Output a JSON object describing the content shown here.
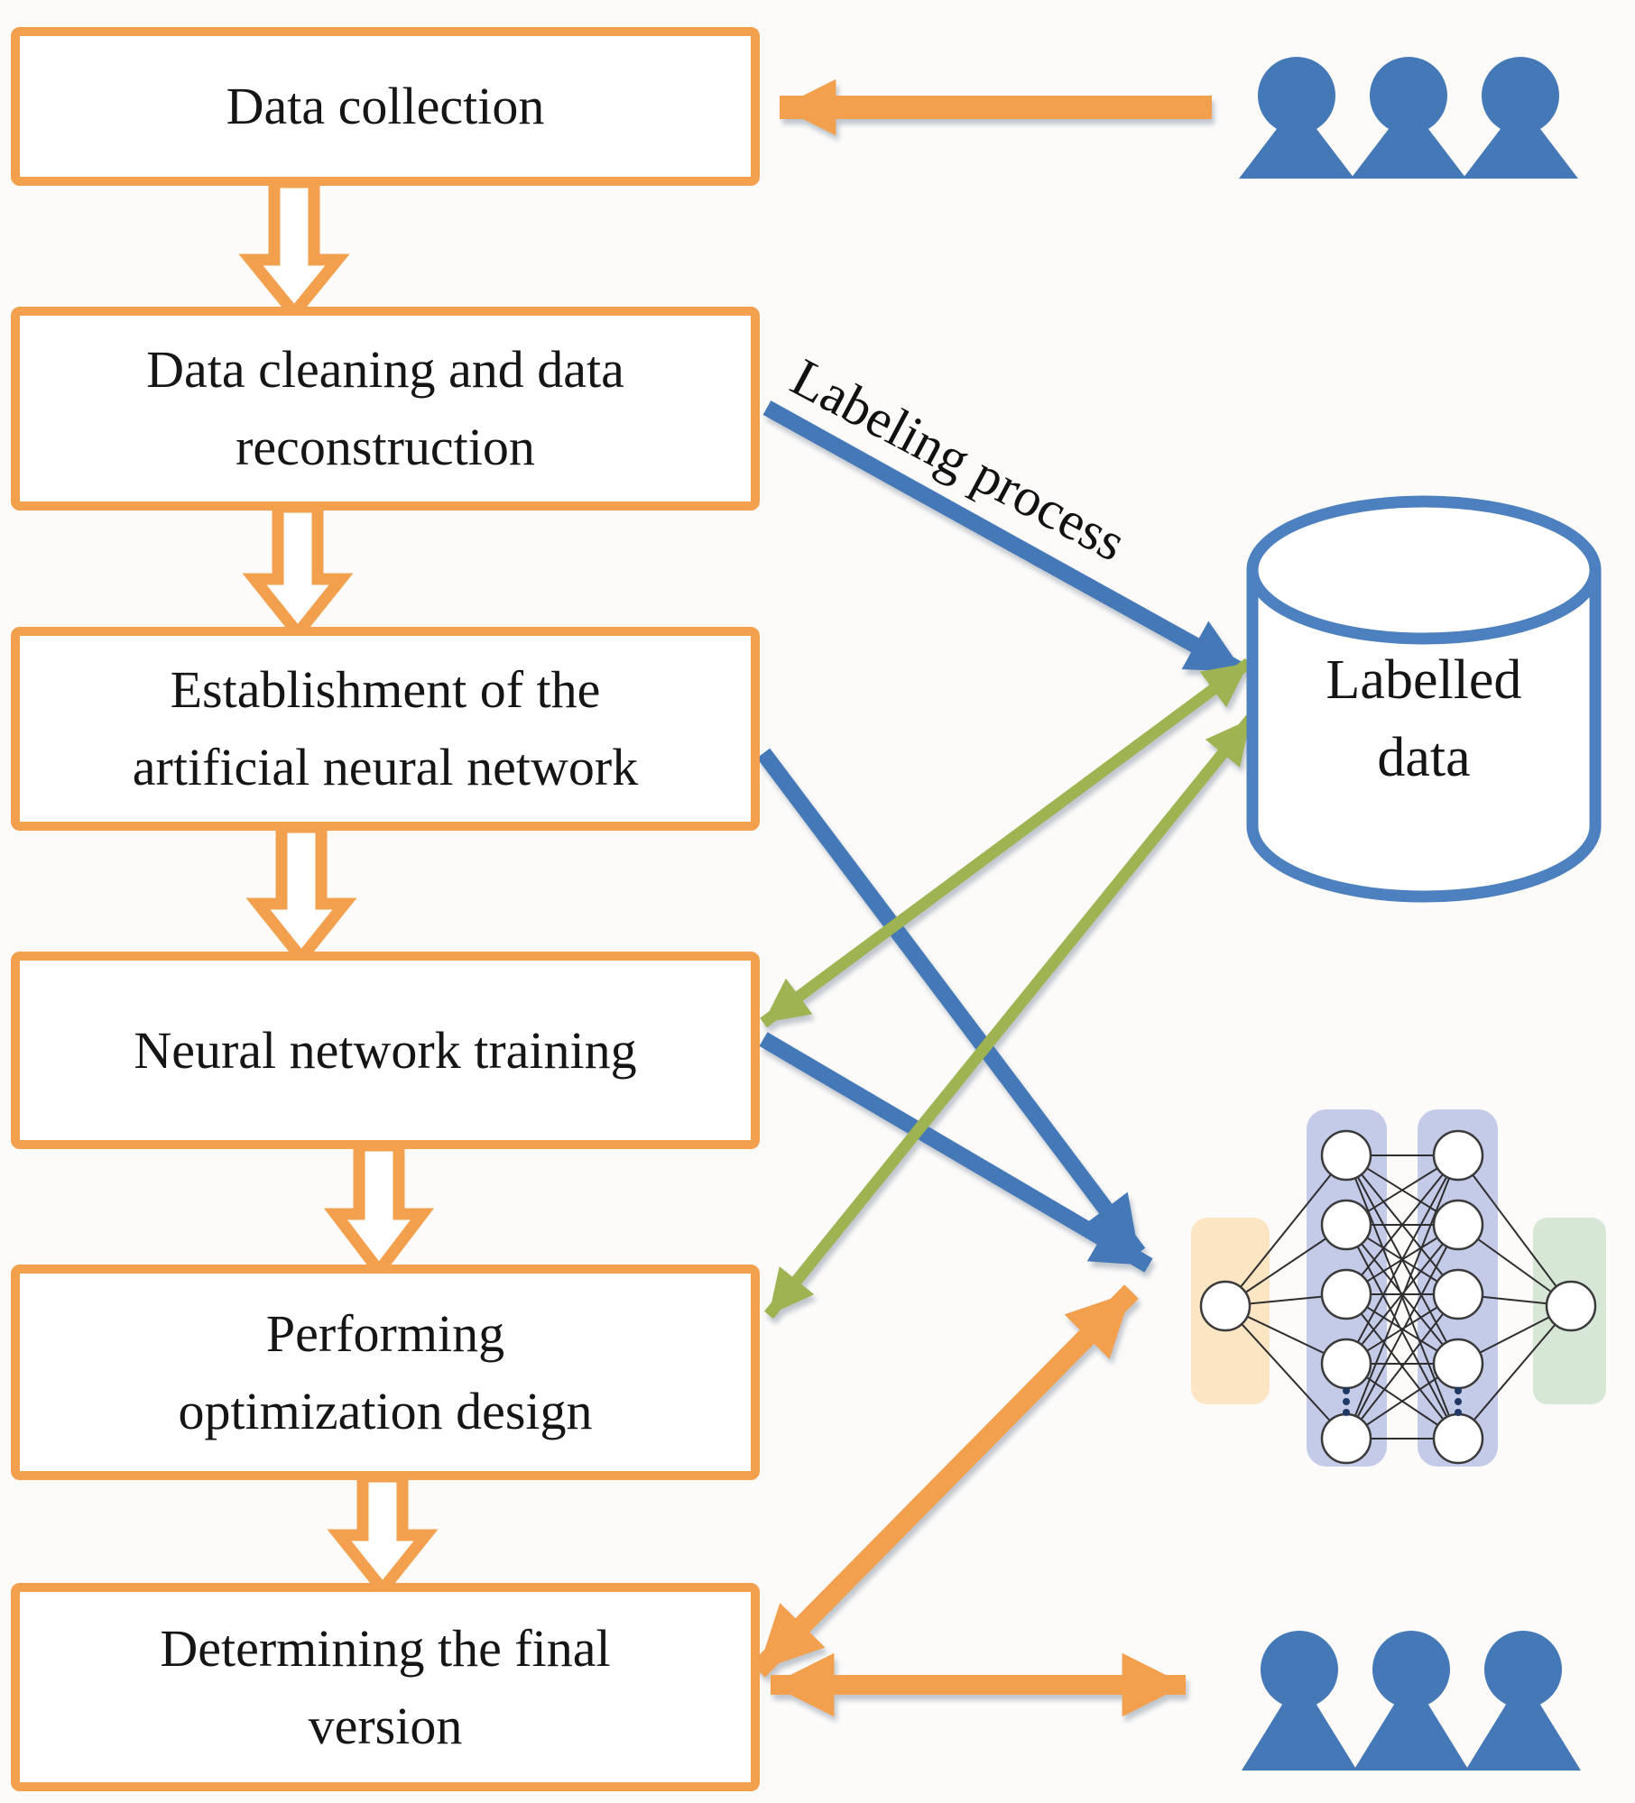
{
  "diagram_title": "",
  "boxes": [
    {
      "label": "Data collection"
    },
    {
      "label": "Data cleaning and data\nreconstruction"
    },
    {
      "label": "Establishment of the\nartificial neural network"
    },
    {
      "label": "Neural network training"
    },
    {
      "label": "Performing\noptimization design"
    },
    {
      "label": "Determining the final\nversion"
    }
  ],
  "annotations": {
    "labeling_process": "Labeling process",
    "labelled_data": "Labelled\ndata"
  },
  "icons": {
    "top_right": "people-group-icon",
    "middle_right": "database-cylinder-icon",
    "lower_right": "neural-network-icon",
    "bottom_right": "people-group-icon"
  },
  "colors": {
    "orange": "#F3A04E",
    "blue": "#4478B7",
    "cylblue": "#4C80BE",
    "green": "#9EB351",
    "peach": "#FBE5C2",
    "lavender": "#C3CBE8",
    "mint": "#D7E7D6"
  }
}
